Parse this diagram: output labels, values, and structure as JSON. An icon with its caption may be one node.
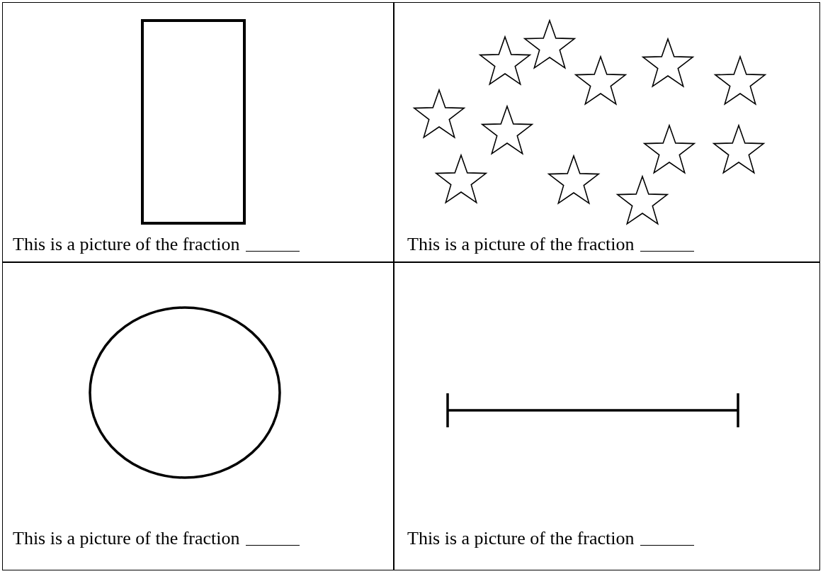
{
  "diagram": {
    "labels": [
      "This is a picture of the fraction",
      "This is a picture of the fraction",
      "This is a picture of the fraction",
      "This is a picture of the fraction"
    ]
  }
}
